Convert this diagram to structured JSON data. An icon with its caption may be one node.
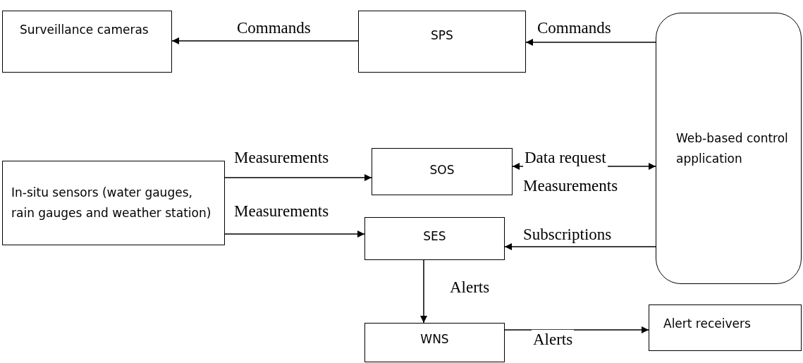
{
  "diagram": {
    "nodes": [
      {
        "text": [
          "Surveillance cameras"
        ]
      },
      {
        "text": [
          "SPS"
        ]
      },
      {
        "text": [
          "Web-based control application"
        ]
      },
      {
        "text": [
          "In-situ sensors (water gauges, rain gauges and weather station)"
        ]
      },
      {
        "text": [
          "SOS"
        ]
      },
      {
        "text": [
          "SES"
        ]
      },
      {
        "text": [
          "WNS"
        ]
      },
      {
        "text": [
          "Alert receivers"
        ]
      }
    ],
    "edges": [
      {
        "from": 1,
        "to": 0,
        "arrow": "to",
        "label": "Commands"
      },
      {
        "from": 2,
        "to": 1,
        "arrow": "to",
        "label": "Commands"
      },
      {
        "from": 3,
        "to": 4,
        "arrow": "to",
        "label": "Measurements"
      },
      {
        "from": 4,
        "to": 2,
        "arrow": "both",
        "label": "Data request"
      },
      {
        "from": 3,
        "to": 5,
        "arrow": "to",
        "label": "Measurements"
      },
      {
        "from": 2,
        "to": 5,
        "arrow": "to",
        "label": "Subscriptions"
      },
      {
        "from": 5,
        "to": 6,
        "arrow": "to",
        "label": "Alerts"
      },
      {
        "from": 6,
        "to": 7,
        "arrow": "to",
        "label": "Alerts"
      }
    ],
    "labels": [
      "Measurements"
    ]
  }
}
